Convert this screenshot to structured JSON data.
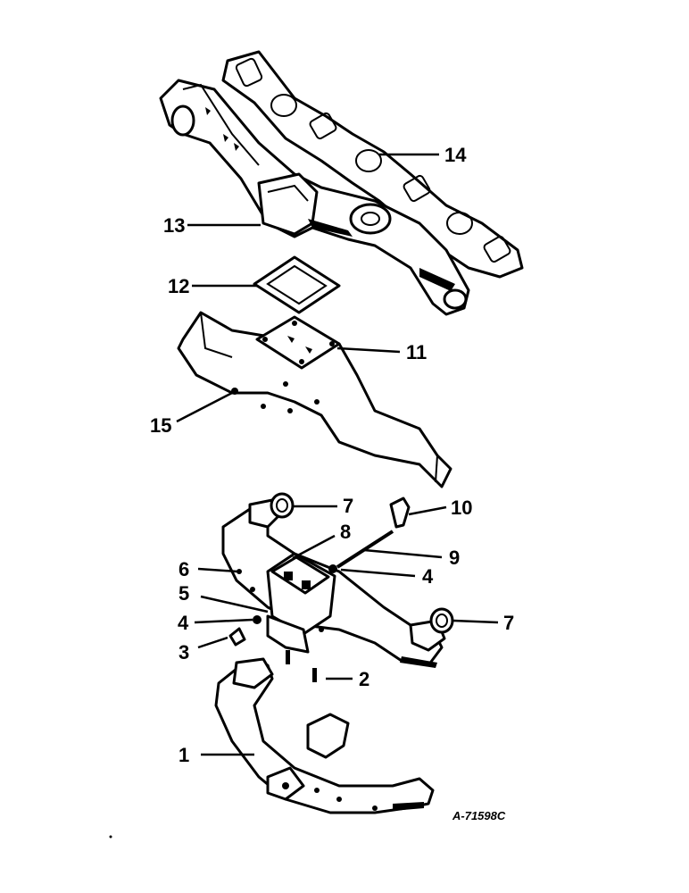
{
  "diagram": {
    "reference_code": "A-71598C",
    "colors": {
      "ink": "#000000",
      "paper": "#ffffff"
    },
    "parts": [
      {
        "id": "p1",
        "number": "1",
        "part": "lower-manifold"
      },
      {
        "id": "p2",
        "number": "2",
        "part": "stud"
      },
      {
        "id": "p3",
        "number": "3",
        "part": "nut"
      },
      {
        "id": "p4a",
        "number": "4",
        "part": "washer"
      },
      {
        "id": "p4b",
        "number": "4",
        "part": "washer"
      },
      {
        "id": "p5",
        "number": "5",
        "part": "heat-control-valve-body"
      },
      {
        "id": "p6",
        "number": "6",
        "part": "upper-manifold"
      },
      {
        "id": "p7a",
        "number": "7",
        "part": "ring-gasket"
      },
      {
        "id": "p7b",
        "number": "7",
        "part": "ring-gasket"
      },
      {
        "id": "p8",
        "number": "8",
        "part": "gasket"
      },
      {
        "id": "p9",
        "number": "9",
        "part": "valve-shaft"
      },
      {
        "id": "p10",
        "number": "10",
        "part": "lever"
      },
      {
        "id": "p11",
        "number": "11",
        "part": "cover-plate"
      },
      {
        "id": "p12",
        "number": "12",
        "part": "plate-gasket"
      },
      {
        "id": "p13",
        "number": "13",
        "part": "exhaust-manifold"
      },
      {
        "id": "p14",
        "number": "14",
        "part": "manifold-gasket"
      },
      {
        "id": "p15",
        "number": "15",
        "part": "heat-shield"
      }
    ]
  }
}
